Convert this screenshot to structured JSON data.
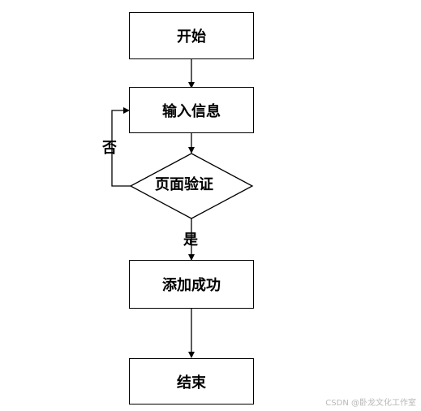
{
  "flowchart": {
    "start": "开始",
    "input": "输入信息",
    "decision": "页面验证",
    "success": "添加成功",
    "end": "结束",
    "label_no": "否",
    "label_yes": "是"
  },
  "watermark": "CSDN @卧龙文化工作室",
  "colors": {
    "line": "#000000",
    "background": "#ffffff",
    "watermark": "#b8b8b8"
  }
}
